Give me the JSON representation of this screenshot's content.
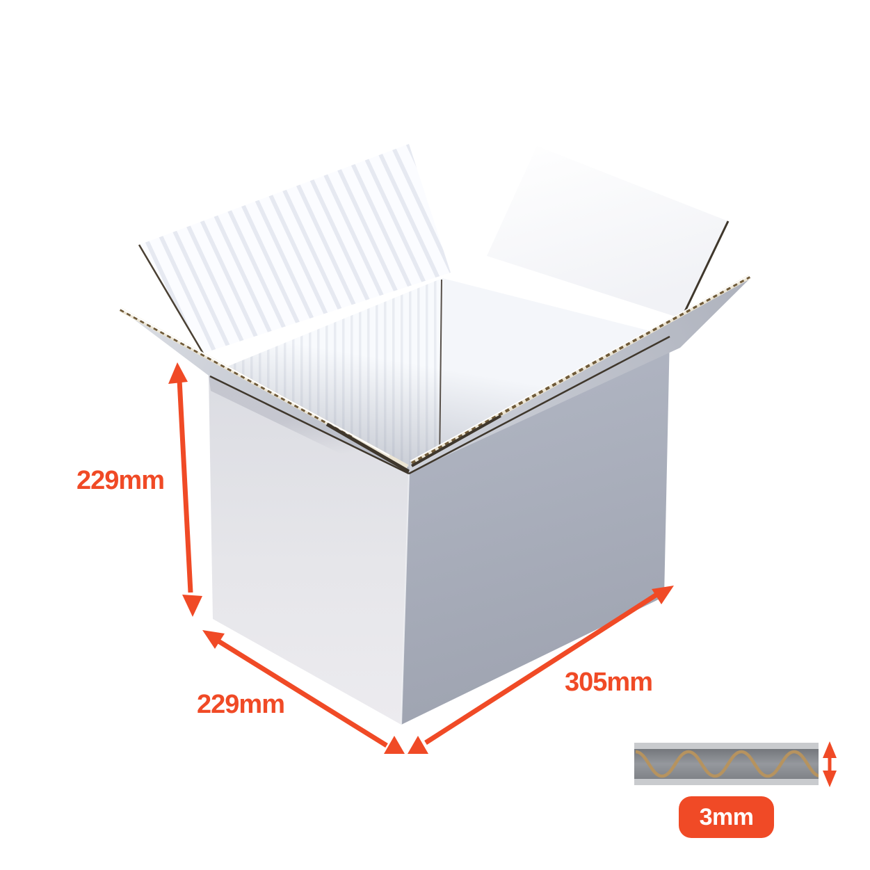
{
  "title": "Open white corrugated cardboard box with dimensions",
  "dimensions": {
    "height_label": "229mm",
    "depth_label": "229mm",
    "length_label": "305mm",
    "thickness_label": "3mm"
  },
  "thickness_icon": {
    "name": "corrugated-cross-section",
    "description": "single wall corrugated board cross-section with flute wave and thickness arrow"
  },
  "colors": {
    "accent": "#F04A26",
    "background": "#ffffff",
    "badge_text": "#ffffff",
    "box_face_left": "#e4e4e8",
    "box_face_right": "#a6abb8",
    "board_edge_dark": "#3f372c",
    "flute_dash_brown": "#6f5a39",
    "flute_wave_tan": "#b6935f",
    "liner_gray": "#c9cbce",
    "stripe_tint": "#e6e9f1"
  }
}
